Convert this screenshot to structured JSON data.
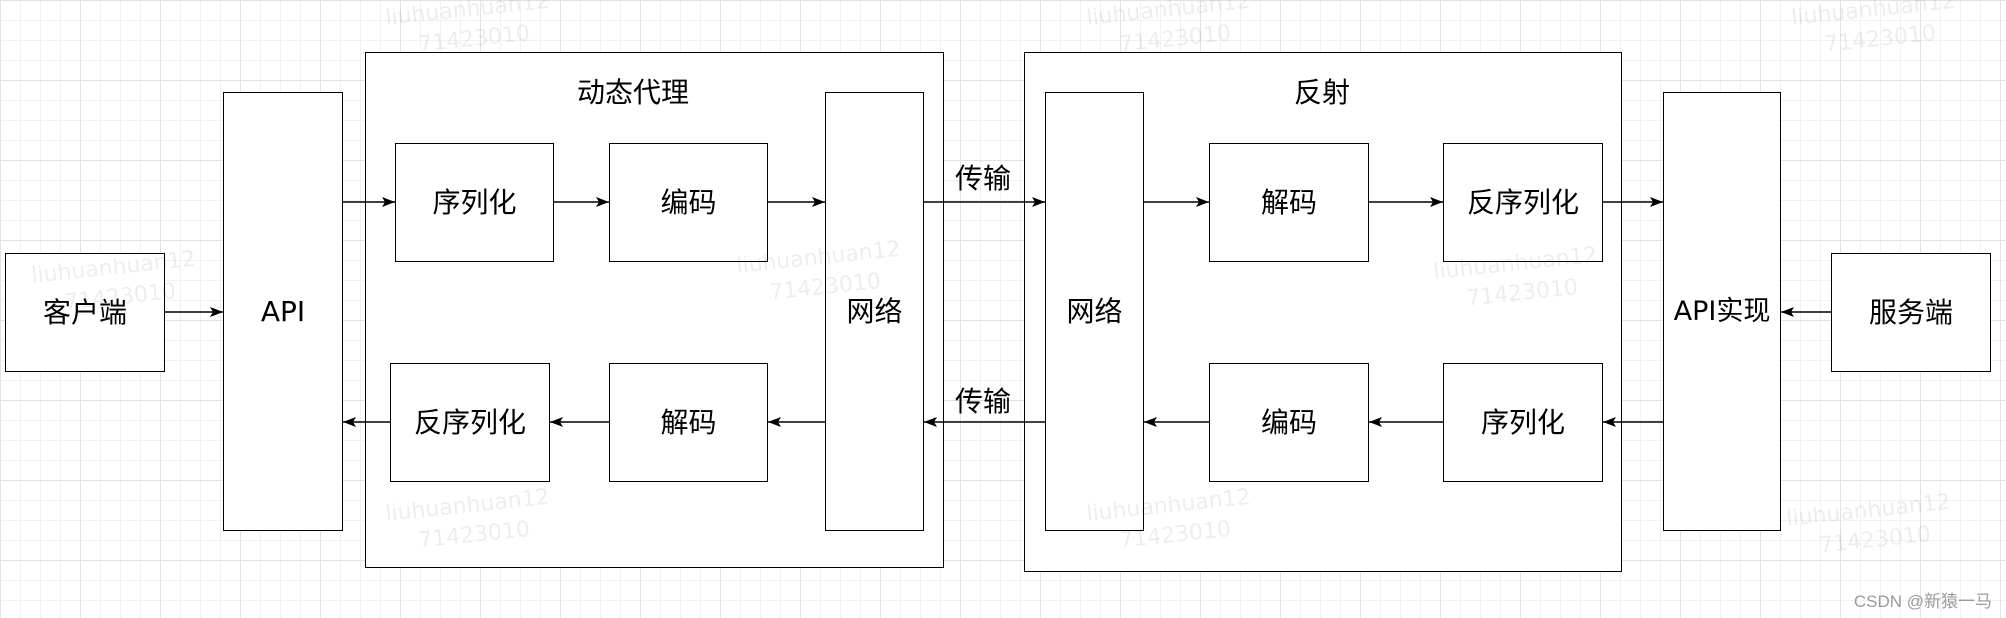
{
  "client": {
    "label": "客户端"
  },
  "api": {
    "label": "API"
  },
  "proxy": {
    "title": "动态代理",
    "serialize": "序列化",
    "encode": "编码",
    "network": "网络",
    "deserialize": "反序列化",
    "decode": "解码"
  },
  "transport": {
    "request": "传输",
    "response": "传输"
  },
  "reflection": {
    "title": "反射",
    "network": "网络",
    "decode": "解码",
    "deserialize": "反序列化",
    "encode": "编码",
    "serialize": "序列化"
  },
  "api_impl": {
    "label": "API实现"
  },
  "server": {
    "label": "服务端"
  },
  "credit": "CSDN @新猿一马",
  "watermark": {
    "name": "liuhuanhuan12",
    "id": "71423010"
  },
  "colors": {
    "stroke": "#000000",
    "fill": "#ffffff",
    "grid": "#e2e2e2"
  }
}
